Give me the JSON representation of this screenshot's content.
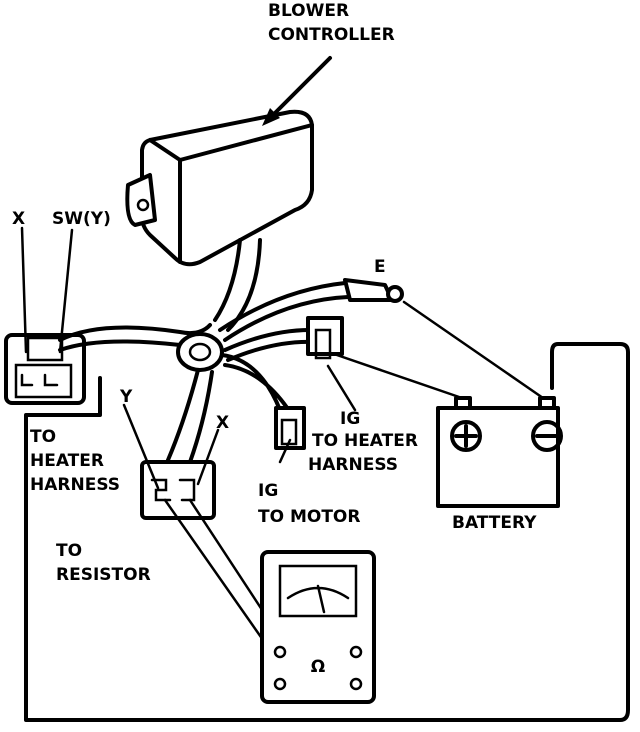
{
  "labels": {
    "blower_controller_1": "BLOWER",
    "blower_controller_2": "CONTROLLER",
    "x_top": "X",
    "sw_y": "SW(Y)",
    "e": "E",
    "to_heater_harness_left_1": "TO",
    "to_heater_harness_left_2": "HEATER",
    "to_heater_harness_left_3": "HARNESS",
    "y_lower": "Y",
    "x_lower": "X",
    "ig_heater_1": "IG",
    "ig_heater_2": "TO HEATER",
    "ig_heater_3": "HARNESS",
    "ig_motor_1": "IG",
    "ig_motor_2": "TO MOTOR",
    "battery": "BATTERY",
    "to_resistor_1": "TO",
    "to_resistor_2": "RESISTOR"
  },
  "icons": {
    "battery_positive": "plus-terminal",
    "battery_negative": "minus-terminal",
    "ohmmeter_symbol": "omega"
  },
  "colors": {
    "ink": "#000000",
    "paper": "#ffffff"
  }
}
